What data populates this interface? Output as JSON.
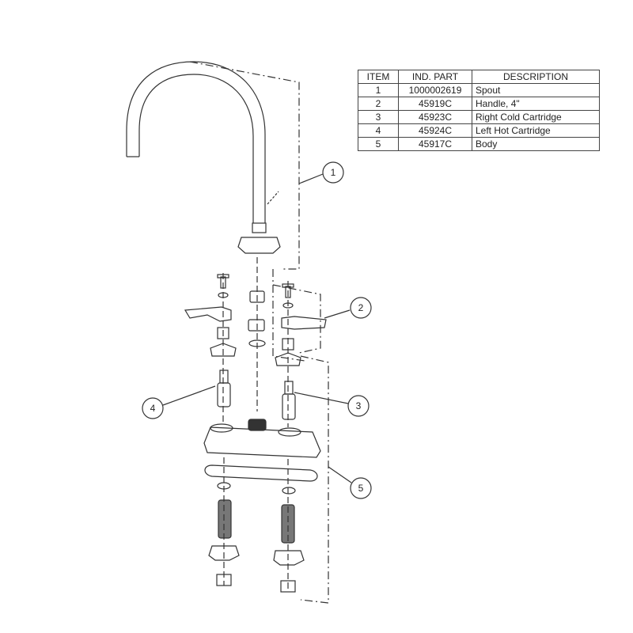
{
  "parts_table": {
    "headers": {
      "item": "ITEM",
      "part": "IND. PART",
      "description": "DESCRIPTION"
    },
    "rows": [
      {
        "item": "1",
        "part": "1000002619",
        "description": "Spout"
      },
      {
        "item": "2",
        "part": "45919C",
        "description": "Handle, 4\""
      },
      {
        "item": "3",
        "part": "45923C",
        "description": "Right Cold Cartridge"
      },
      {
        "item": "4",
        "part": "45924C",
        "description": "Left Hot Cartridge"
      },
      {
        "item": "5",
        "part": "45917C",
        "description": "Body"
      }
    ]
  },
  "callouts": [
    "1",
    "2",
    "3",
    "4",
    "5"
  ]
}
